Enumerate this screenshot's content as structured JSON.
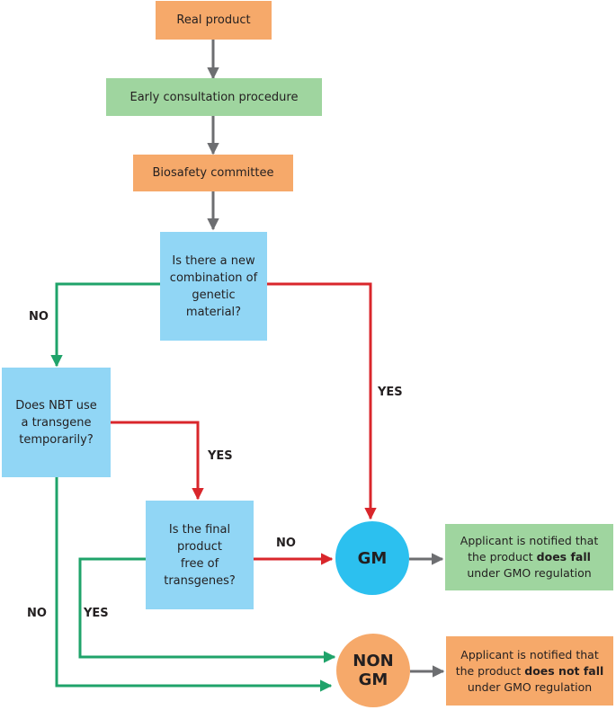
{
  "nodes": {
    "real_product": "Real product",
    "early_consultation": "Early consultation procedure",
    "biosafety_committee": "Biosafety committee",
    "q_new_combination": "Is there a new combination of genetic material?",
    "q_transgene_temporarily": "Does NBT use a transgene temporarily?",
    "q_free_of_transgenes": "Is the final product free of transgenes?",
    "gm": "GM",
    "non_gm_line1": "NON",
    "non_gm_line2": "GM"
  },
  "results": {
    "gm": {
      "line1": "Applicant is notified that",
      "prefix": "the product",
      "emphasis": "does fall",
      "line3": "under GMO regulation"
    },
    "non_gm": {
      "line1": "Applicant is notified that",
      "prefix": "the product",
      "emphasis": "does not fall",
      "line3": "under GMO regulation"
    }
  },
  "edge_labels": {
    "q1_no": "NO",
    "q1_yes": "YES",
    "q2_yes": "YES",
    "q2_no": "NO",
    "q3_no": "NO",
    "q3_yes": "YES"
  },
  "colors": {
    "orange": "#f6a96a",
    "green_box": "#9fd59f",
    "blue_box": "#91d6f5",
    "gm_circle": "#2cc0ef",
    "arrow_gray": "#6d6e71",
    "arrow_green": "#1fa36a",
    "arrow_red": "#d9262b"
  }
}
